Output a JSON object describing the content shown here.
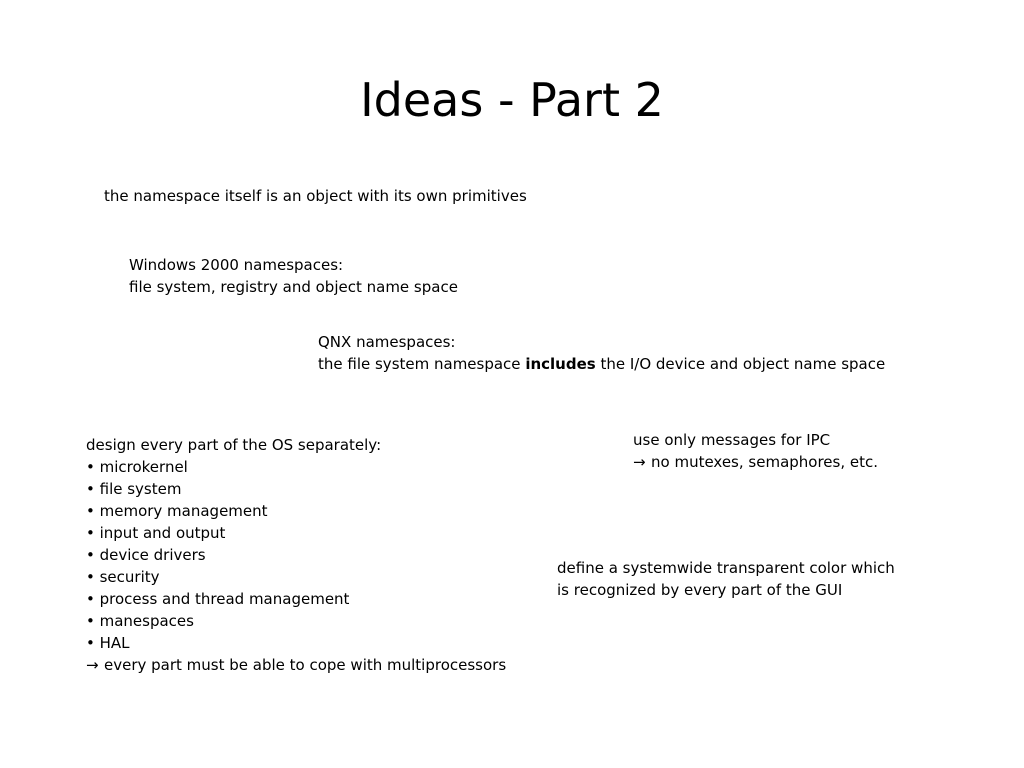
{
  "slide": {
    "title": "Ideas - Part 2"
  },
  "namespace_object": {
    "text": "the namespace itself is an object with its own primitives"
  },
  "windows_2000": {
    "line1": "Windows 2000 namespaces:",
    "line2": "file system, registry and object name space"
  },
  "qnx": {
    "line1": "QNX namespaces:",
    "line2_prefix": "the file system namespace ",
    "line2_bold": "includes",
    "line2_suffix": " the I/O device and object name space"
  },
  "design_list": {
    "heading": "design every part of the OS separately:",
    "items": [
      "• microkernel",
      "• file system",
      "• memory management",
      "• input and output",
      "• device drivers",
      "• security",
      "• process and thread management",
      "• manespaces",
      "• HAL"
    ],
    "arrow_symbol": "→",
    "conclusion": "every part must be able to cope with multiprocessors"
  },
  "ipc": {
    "line1": "use only messages for IPC",
    "arrow_symbol": "→",
    "line2": "no mutexes, semaphores, etc."
  },
  "transparent_color": {
    "line1": "define a systemwide transparent color which",
    "line2": "is recognized by every part of the GUI"
  }
}
